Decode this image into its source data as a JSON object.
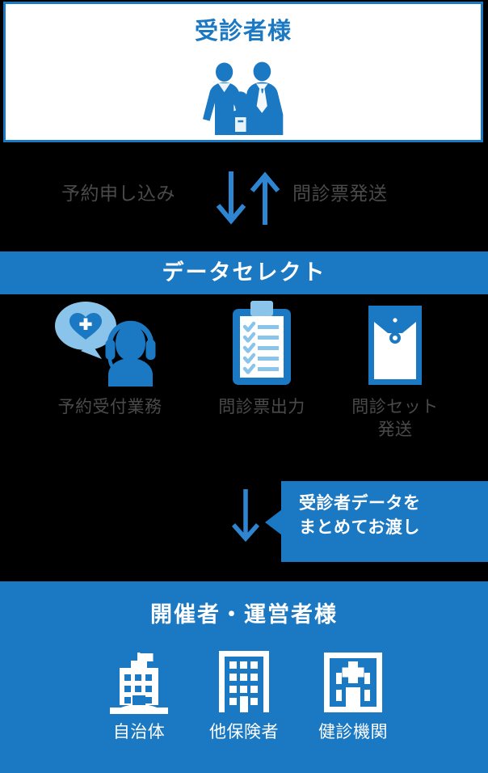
{
  "colors": {
    "brand_blue": "#1B78C2",
    "light_blue": "#8AC4EA",
    "background": "#000000",
    "muted_text": "#4A4A4A",
    "white": "#FFFFFF"
  },
  "patient": {
    "title": "受診者様",
    "icon": "family-icon"
  },
  "flow": {
    "left_label": "予約申し込み",
    "right_label": "問診票発送",
    "down_arrow_icon": "arrow-down-icon",
    "up_arrow_icon": "arrow-up-icon"
  },
  "section": {
    "banner_title": "データセレクト"
  },
  "services": [
    {
      "label": "予約受付業務",
      "icon": "headset-operator-icon"
    },
    {
      "label": "問診票出力",
      "icon": "clipboard-checklist-icon"
    },
    {
      "label": "問診セット\n発送",
      "line1": "問診セット",
      "line2": "発送",
      "icon": "envelope-icon"
    }
  ],
  "handoff": {
    "arrow_icon": "arrow-down-icon",
    "callout_line1": "受診者データを",
    "callout_line2": "まとめてお渡し"
  },
  "organisers": {
    "title": "開催者・運営者様",
    "items": [
      {
        "label": "自治体",
        "icon": "city-hall-icon"
      },
      {
        "label": "他保険者",
        "icon": "office-building-icon"
      },
      {
        "label": "健診機関",
        "icon": "hospital-icon"
      }
    ]
  }
}
